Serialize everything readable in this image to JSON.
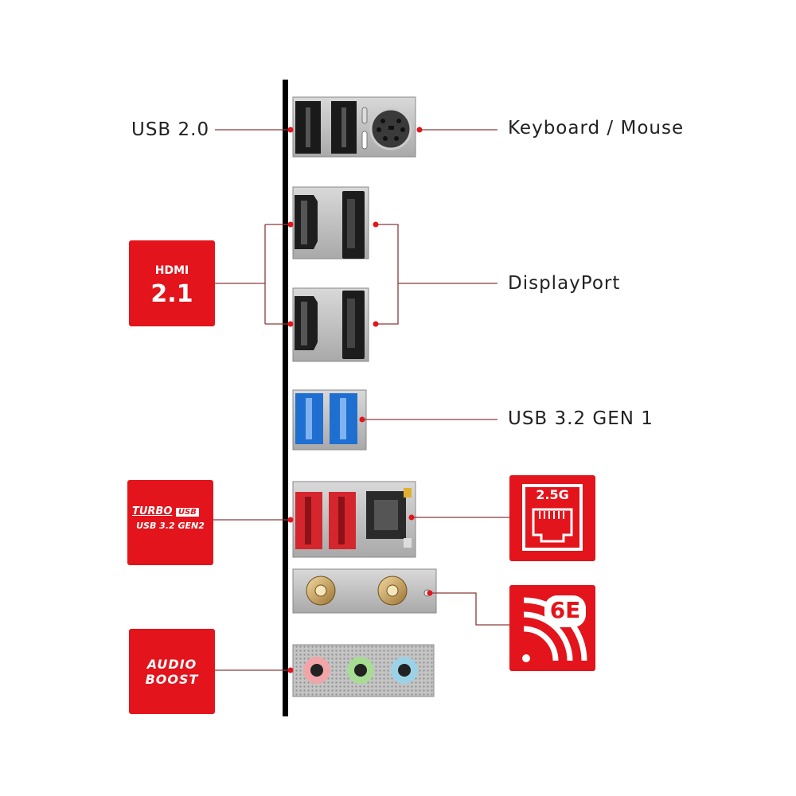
{
  "labels": {
    "usb2": "USB 2.0",
    "keyboard_mouse": "Keyboard / Mouse",
    "displayport": "DisplayPort",
    "usb32gen1": "USB 3.2 GEN 1"
  },
  "logos": {
    "hdmi": {
      "line1": "HDMI",
      "line2": "2.1"
    },
    "turbo_usb": {
      "line1": "TURBO",
      "badge": "USB",
      "line2": "USB 3.2 GEN2"
    },
    "audio_boost": {
      "line1": "AUDIO",
      "line2": "BOOST"
    },
    "lan": {
      "text": "2.5G"
    },
    "wifi": {
      "text": "6E"
    }
  },
  "colors": {
    "brand_red": "#e3141b",
    "connector_line": "#8b3b3b",
    "dot": "#e3141b",
    "usb3_blue": "#1f6fd1",
    "usb_turbo_red": "#d5262e",
    "audio_pink": "#f0a5a8",
    "audio_green": "#a7dc95",
    "audio_blue": "#9bd2e8"
  }
}
